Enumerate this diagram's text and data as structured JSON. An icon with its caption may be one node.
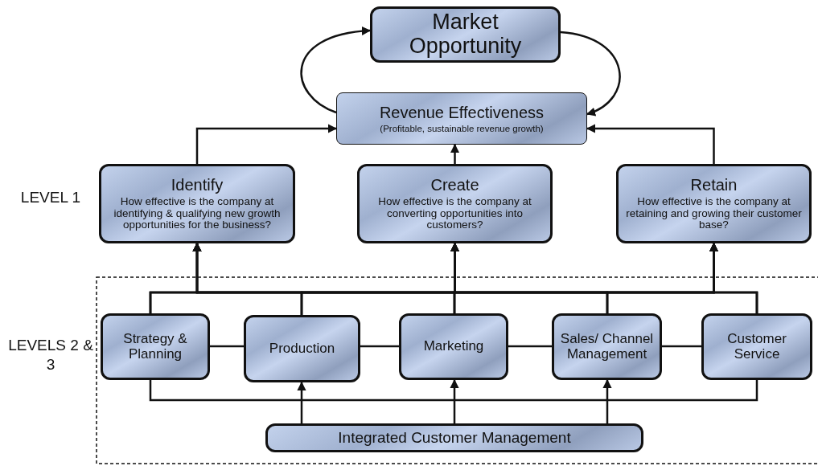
{
  "diagram": {
    "nodes": [
      {
        "text": [
          "Market Opportunity"
        ]
      },
      {
        "text": [
          "Revenue Effectiveness",
          "(Profitable, sustainable revenue growth)"
        ]
      },
      {
        "text": [
          "Identify",
          "How effective is the company at identifying & qualifying new growth opportunities for the business?"
        ]
      },
      {
        "text": [
          "Create",
          "How effective is the company at converting opportunities into customers?"
        ]
      },
      {
        "text": [
          "Retain",
          "How effective is the company at retaining and growing their customer base?"
        ]
      },
      {
        "text": [
          "Strategy & Planning"
        ]
      },
      {
        "text": [
          "Production"
        ]
      },
      {
        "text": [
          "Marketing"
        ]
      },
      {
        "text": [
          "Sales/ Channel Management"
        ]
      },
      {
        "text": [
          "Customer Service"
        ]
      },
      {
        "text": [
          "Integrated Customer Management"
        ]
      }
    ],
    "edges": [
      {
        "from": 1,
        "to": 0,
        "arrow": "to"
      },
      {
        "from": 0,
        "to": 1,
        "arrow": "to"
      },
      {
        "from": 2,
        "to": 1,
        "arrow": "to"
      },
      {
        "from": 3,
        "to": 1,
        "arrow": "to"
      },
      {
        "from": 4,
        "to": 1,
        "arrow": "to"
      },
      {
        "from": 5,
        "to": 2,
        "arrow": "to"
      },
      {
        "from": 5,
        "to": 3,
        "arrow": "to"
      },
      {
        "from": 5,
        "to": 4,
        "arrow": "to"
      },
      {
        "from": 6,
        "to": 2,
        "arrow": "to"
      },
      {
        "from": 6,
        "to": 3,
        "arrow": "to"
      },
      {
        "from": 6,
        "to": 4,
        "arrow": "to"
      },
      {
        "from": 7,
        "to": 2,
        "arrow": "to"
      },
      {
        "from": 7,
        "to": 3,
        "arrow": "to"
      },
      {
        "from": 7,
        "to": 4,
        "arrow": "to"
      },
      {
        "from": 8,
        "to": 2,
        "arrow": "to"
      },
      {
        "from": 8,
        "to": 3,
        "arrow": "to"
      },
      {
        "from": 8,
        "to": 4,
        "arrow": "to"
      },
      {
        "from": 9,
        "to": 2,
        "arrow": "to"
      },
      {
        "from": 9,
        "to": 3,
        "arrow": "to"
      },
      {
        "from": 9,
        "to": 4,
        "arrow": "to"
      },
      {
        "from": 5,
        "to": 6,
        "arrow": "none"
      },
      {
        "from": 6,
        "to": 7,
        "arrow": "none"
      },
      {
        "from": 7,
        "to": 8,
        "arrow": "none"
      },
      {
        "from": 8,
        "to": 9,
        "arrow": "none"
      },
      {
        "from": 5,
        "to": 9,
        "arrow": "none"
      },
      {
        "from": 10,
        "to": 6,
        "arrow": "to"
      },
      {
        "from": 10,
        "to": 7,
        "arrow": "to"
      },
      {
        "from": 10,
        "to": 8,
        "arrow": "to"
      }
    ],
    "labels": [
      "LEVEL 1",
      "LEVELS 2 & 3"
    ]
  }
}
